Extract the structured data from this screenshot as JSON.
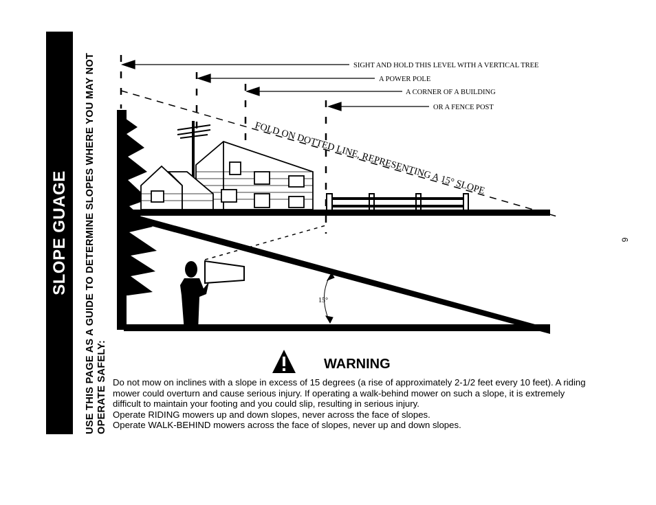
{
  "sidebar": {
    "title": "SLOPE GUAGE"
  },
  "instruction": {
    "text": "USE THIS PAGE AS A GUIDE TO DETERMINE SLOPES WHERE YOU MAY NOT OPERATE SAFELY:"
  },
  "page_number": "6",
  "illustration": {
    "sight_labels": [
      "SIGHT AND HOLD THIS LEVEL WITH A VERTICAL TREE",
      "A POWER POLE",
      "A CORNER OF A BUILDING",
      "OR A FENCE POST"
    ],
    "fold_label": "FOLD ON DOTTED LINE, REPRESENTING A 15° SLOPE",
    "angle_label": "15°"
  },
  "warning": {
    "title": "WARNING",
    "icon": "warning-triangle-icon",
    "paragraphs": [
      "Do not mow on inclines with a slope in excess of 15 degrees (a rise of approximately 2-1/2 feet every 10 feet). A riding mower could overturn and cause serious injury.  If operating a walk-behind mower on such a slope, it is extremely difficult to maintain your footing and you could slip, resulting in serious injury.",
      "Operate RIDING mowers up and down slopes, never across the face of slopes.",
      "Operate WALK-BEHIND mowers across the face of slopes, never up and down slopes."
    ]
  }
}
